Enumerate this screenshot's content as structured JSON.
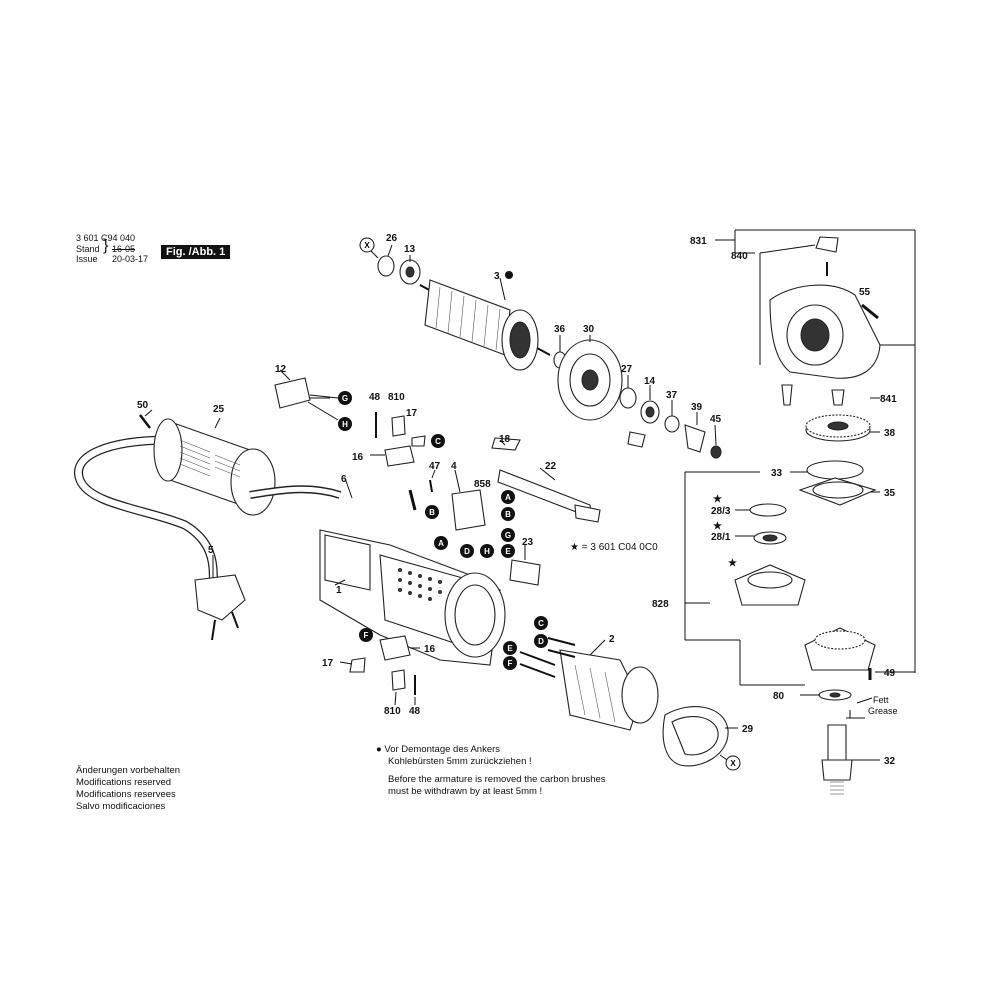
{
  "header": {
    "part_number": "3 601 C94 040",
    "stand_label": "Stand",
    "issue_label": "Issue",
    "stand_value": "16-05",
    "issue_value": "20-03-17",
    "figure_badge": "Fig. /Abb. 1"
  },
  "notes": {
    "modifications": [
      "Änderungen vorbehalten",
      "Modifications reserved",
      "Modifications reservees",
      "Salvo modificaciones"
    ],
    "armature_de_1": "Vor Demontage des Ankers",
    "armature_de_2": "Kohlebürsten 5mm zurückziehen !",
    "armature_en_1": "Before the armature is removed the carbon brushes",
    "armature_en_2": "must be withdrawn by at least 5mm !",
    "star_note": "3 601 C04 0C0",
    "fett": "Fett",
    "grease": "Grease"
  },
  "labels": [
    {
      "id": "26",
      "text": "26"
    },
    {
      "id": "13",
      "text": "13"
    },
    {
      "id": "3",
      "text": "3"
    },
    {
      "id": "36",
      "text": "36"
    },
    {
      "id": "30",
      "text": "30"
    },
    {
      "id": "27",
      "text": "27"
    },
    {
      "id": "14",
      "text": "14"
    },
    {
      "id": "37",
      "text": "37"
    },
    {
      "id": "39",
      "text": "39"
    },
    {
      "id": "45",
      "text": "45"
    },
    {
      "id": "12",
      "text": "12"
    },
    {
      "id": "48a",
      "text": "48"
    },
    {
      "id": "810a",
      "text": "810"
    },
    {
      "id": "17a",
      "text": "17"
    },
    {
      "id": "16a",
      "text": "16"
    },
    {
      "id": "50",
      "text": "50"
    },
    {
      "id": "25",
      "text": "25"
    },
    {
      "id": "6",
      "text": "6"
    },
    {
      "id": "47",
      "text": "47"
    },
    {
      "id": "4",
      "text": "4"
    },
    {
      "id": "18",
      "text": "18"
    },
    {
      "id": "22",
      "text": "22"
    },
    {
      "id": "858",
      "text": "858"
    },
    {
      "id": "23",
      "text": "23"
    },
    {
      "id": "5",
      "text": "5"
    },
    {
      "id": "1",
      "text": "1"
    },
    {
      "id": "2",
      "text": "2"
    },
    {
      "id": "17b",
      "text": "17"
    },
    {
      "id": "16b",
      "text": "16"
    },
    {
      "id": "810b",
      "text": "810"
    },
    {
      "id": "48b",
      "text": "48"
    },
    {
      "id": "29",
      "text": "29"
    },
    {
      "id": "831",
      "text": "831"
    },
    {
      "id": "840",
      "text": "840"
    },
    {
      "id": "55",
      "text": "55"
    },
    {
      "id": "841",
      "text": "841"
    },
    {
      "id": "38",
      "text": "38"
    },
    {
      "id": "33",
      "text": "33"
    },
    {
      "id": "35",
      "text": "35"
    },
    {
      "id": "28_3",
      "text": "28/3"
    },
    {
      "id": "28_1",
      "text": "28/1"
    },
    {
      "id": "828",
      "text": "828"
    },
    {
      "id": "49",
      "text": "49"
    },
    {
      "id": "80",
      "text": "80"
    },
    {
      "id": "32",
      "text": "32"
    }
  ],
  "circles": [
    {
      "id": "X1",
      "text": "X"
    },
    {
      "id": "G1",
      "text": "G"
    },
    {
      "id": "H1",
      "text": "H"
    },
    {
      "id": "C1",
      "text": "C"
    },
    {
      "id": "B1",
      "text": "B"
    },
    {
      "id": "A1",
      "text": "A"
    },
    {
      "id": "B2",
      "text": "B"
    },
    {
      "id": "A2",
      "text": "A"
    },
    {
      "id": "B3",
      "text": "B"
    },
    {
      "id": "G2",
      "text": "G"
    },
    {
      "id": "D1",
      "text": "D"
    },
    {
      "id": "H2",
      "text": "H"
    },
    {
      "id": "E1",
      "text": "E"
    },
    {
      "id": "F1",
      "text": "F"
    },
    {
      "id": "C2",
      "text": "C"
    },
    {
      "id": "D2",
      "text": "D"
    },
    {
      "id": "E2",
      "text": "E"
    },
    {
      "id": "F2",
      "text": "F"
    },
    {
      "id": "X2",
      "text": "X"
    }
  ]
}
